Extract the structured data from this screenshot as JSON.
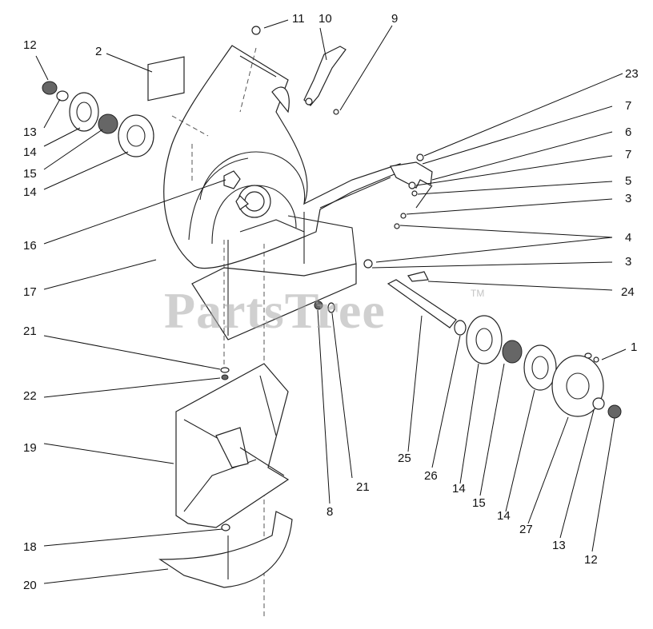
{
  "diagram": {
    "watermark": "PartsTree",
    "watermark_tm": "TM",
    "callouts": [
      {
        "id": "c12a",
        "label": "12"
      },
      {
        "id": "c2",
        "label": "2"
      },
      {
        "id": "c11",
        "label": "11"
      },
      {
        "id": "c10",
        "label": "10"
      },
      {
        "id": "c9",
        "label": "9"
      },
      {
        "id": "c23",
        "label": "23"
      },
      {
        "id": "c7a",
        "label": "7"
      },
      {
        "id": "c6",
        "label": "6"
      },
      {
        "id": "c7b",
        "label": "7"
      },
      {
        "id": "c5",
        "label": "5"
      },
      {
        "id": "c3a",
        "label": "3"
      },
      {
        "id": "c4",
        "label": "4"
      },
      {
        "id": "c3b",
        "label": "3"
      },
      {
        "id": "c24",
        "label": "24"
      },
      {
        "id": "c13a",
        "label": "13"
      },
      {
        "id": "c14a",
        "label": "14"
      },
      {
        "id": "c15a",
        "label": "15"
      },
      {
        "id": "c14b",
        "label": "14"
      },
      {
        "id": "c16",
        "label": "16"
      },
      {
        "id": "c17",
        "label": "17"
      },
      {
        "id": "c1",
        "label": "1"
      },
      {
        "id": "c21a",
        "label": "21"
      },
      {
        "id": "c22",
        "label": "22"
      },
      {
        "id": "c19",
        "label": "19"
      },
      {
        "id": "c25",
        "label": "25"
      },
      {
        "id": "c26",
        "label": "26"
      },
      {
        "id": "c14c",
        "label": "14"
      },
      {
        "id": "c15b",
        "label": "15"
      },
      {
        "id": "c14d",
        "label": "14"
      },
      {
        "id": "c27",
        "label": "27"
      },
      {
        "id": "c13b",
        "label": "13"
      },
      {
        "id": "c12b",
        "label": "12"
      },
      {
        "id": "c8",
        "label": "8"
      },
      {
        "id": "c21b",
        "label": "21"
      },
      {
        "id": "c18",
        "label": "18"
      },
      {
        "id": "c20",
        "label": "20"
      }
    ]
  }
}
